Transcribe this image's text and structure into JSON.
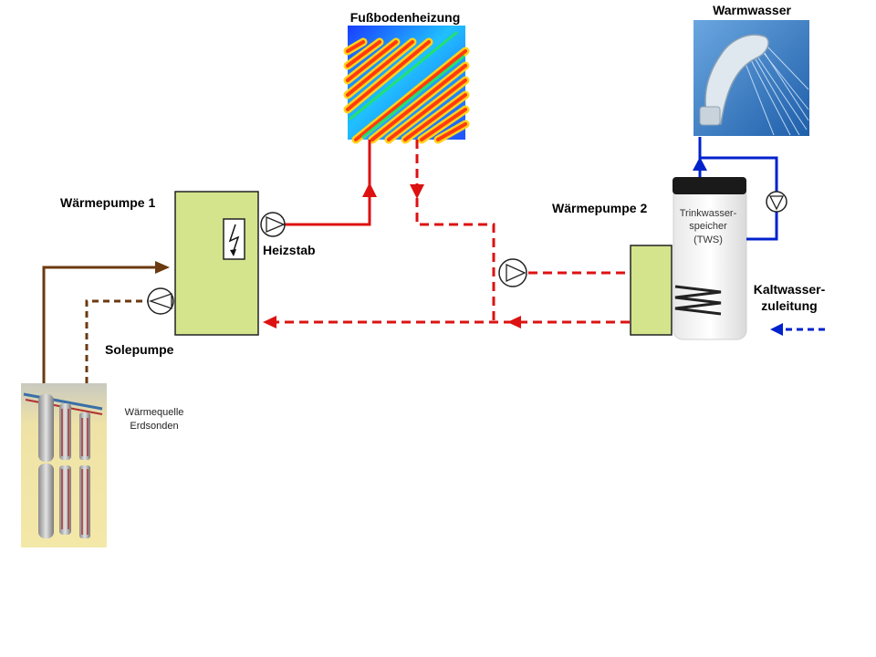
{
  "labels": {
    "floor_heating": "Fußbodenheizung",
    "hot_water": "Warmwasser",
    "heat_pump_1": "Wärmepumpe 1",
    "heat_pump_2": "Wärmepumpe 2",
    "heating_rod": "Heizstab",
    "brine_pump": "Solepumpe",
    "heat_source_line1": "Wärmequelle",
    "heat_source_line2": "Erdsonden",
    "tank_line1": "Trinkwasser-",
    "tank_line2": "speicher",
    "tank_line3": "(TWS)",
    "cold_water_line1": "Kaltwasser-",
    "cold_water_line2": "zuleitung"
  },
  "colors": {
    "heating_flow": "#dd1111",
    "drinking_water": "#0022cc",
    "brine": "#6b3a10",
    "heat_pump_fill": "#d4e48c",
    "probe_bg": "#f3e7a8"
  }
}
